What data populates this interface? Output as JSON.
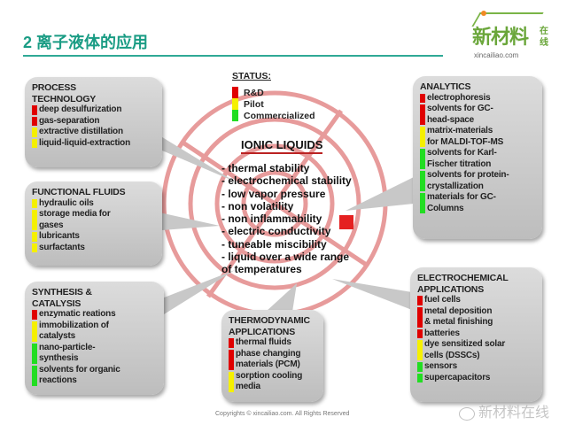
{
  "header": {
    "title": "2  离子液体的应用",
    "logo_text": "新材料",
    "logo_side": "在线",
    "logo_url": "xincailiao.com"
  },
  "colors": {
    "rd": "#e00000",
    "pilot": "#f5f000",
    "com": "#22dd22",
    "accent": "#1a9c84"
  },
  "status": {
    "title": "STATUS:",
    "items": [
      {
        "label": "R&D",
        "code": "rd"
      },
      {
        "label": "Pilot",
        "code": "pilot"
      },
      {
        "label": "Commercialized",
        "code": "com"
      }
    ]
  },
  "ionic": {
    "title": "IONIC LIQUIDS",
    "properties": [
      "- thermal stability",
      "- electrochemical stability",
      "- low vapor pressure",
      "- non volatility",
      "- non inflammability",
      "- electric conductivity",
      "- tuneable miscibility",
      "- liquid over a wide range\n  of temperatures"
    ]
  },
  "boxes": {
    "process": {
      "title": "PROCESS\nTECHNOLOGY",
      "items": [
        {
          "t": "deep desulfurization",
          "c": "rd"
        },
        {
          "t": "gas-separation",
          "c": "rd"
        },
        {
          "t": "extractive distillation",
          "c": "pilot"
        },
        {
          "t": "liquid-liquid-extraction",
          "c": "pilot"
        }
      ]
    },
    "functional": {
      "title": "FUNCTIONAL FLUIDS",
      "items": [
        {
          "t": "hydraulic oils",
          "c": "pilot"
        },
        {
          "t": "storage media for\n gases",
          "c": "pilot"
        },
        {
          "t": "lubricants",
          "c": "pilot"
        },
        {
          "t": "surfactants",
          "c": "pilot"
        }
      ]
    },
    "synthesis": {
      "title": "SYNTHESIS &\nCATALYSIS",
      "items": [
        {
          "t": "enzymatic reations",
          "c": "rd"
        },
        {
          "t": "immobilization of\ncatalysts",
          "c": "pilot"
        },
        {
          "t": "nano-particle-\n synthesis",
          "c": "com"
        },
        {
          "t": "solvents for organic\n reactions",
          "c": "com"
        }
      ]
    },
    "thermo": {
      "title": "THERMODYNAMIC\nAPPLICATIONS",
      "items": [
        {
          "t": "thermal fluids",
          "c": "rd"
        },
        {
          "t": "phase changing\n materials (PCM)",
          "c": "rd"
        },
        {
          "t": "sorption cooling\n media",
          "c": "pilot"
        }
      ]
    },
    "analytics": {
      "title": "ANALYTICS",
      "items": [
        {
          "t": "electrophoresis",
          "c": "rd"
        },
        {
          "t": "solvents for GC-\n head-space",
          "c": "rd"
        },
        {
          "t": "matrix-materials\n for MALDI-TOF-MS",
          "c": "pilot"
        },
        {
          "t": "solvents for Karl-\nFischer titration",
          "c": "com"
        },
        {
          "t": "solvents for protein-\ncrystallization",
          "c": "com"
        },
        {
          "t": "materials for GC-\n Columns",
          "c": "com"
        }
      ]
    },
    "electro": {
      "title": "ELECTROCHEMICAL\nAPPLICATIONS",
      "items": [
        {
          "t": "fuel cells",
          "c": "rd"
        },
        {
          "t": "metal deposition\n & metal finishing",
          "c": "rd"
        },
        {
          "t": "batteries",
          "c": "rd"
        },
        {
          "t": "dye sensitized solar\n cells (DSSCs)",
          "c": "pilot"
        },
        {
          "t": "sensors",
          "c": "com"
        },
        {
          "t": "supercapacitors",
          "c": "com"
        }
      ]
    }
  },
  "footer": {
    "copyright": "Copyrights © xincailiao.com. All Rights Reserved",
    "watermark": "新材料在线"
  }
}
